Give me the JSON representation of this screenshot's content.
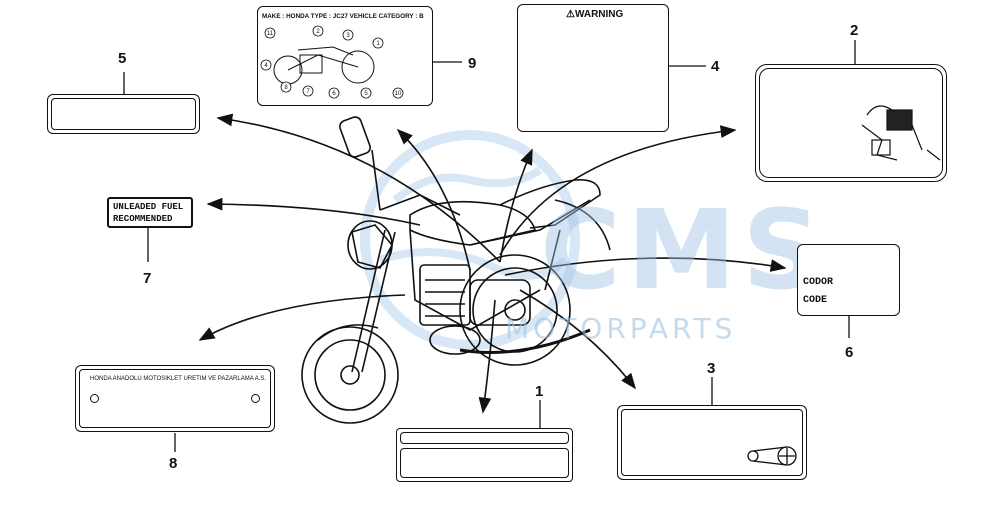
{
  "watermark": {
    "brand": "CMS",
    "text": "MOTORPARTS"
  },
  "labels": {
    "l1": {
      "num": "1"
    },
    "l2": {
      "num": "2"
    },
    "l3": {
      "num": "3"
    },
    "l4": {
      "num": "4",
      "heading": "⚠WARNING"
    },
    "l5": {
      "num": "5"
    },
    "l6": {
      "num": "6",
      "line1": "CODOR",
      "line2": "CODE"
    },
    "l7": {
      "num": "7",
      "line1": "UNLEADED FUEL",
      "line2": "RECOMMENDED"
    },
    "l8": {
      "num": "8",
      "text": "HONDA ANADOLU MOTOSIKLET URETIM VE PAZARLAMA A.S."
    },
    "l9": {
      "num": "9",
      "heading": "MAKE : HONDA TYPE : JC27 VEHICLE CATEGORY : B",
      "callouts": [
        "11",
        "2",
        "3",
        "1",
        "4",
        "8",
        "7",
        "6",
        "5",
        "10"
      ]
    }
  },
  "colors": {
    "line": "#111111",
    "watermark": "#9ec3e6"
  }
}
